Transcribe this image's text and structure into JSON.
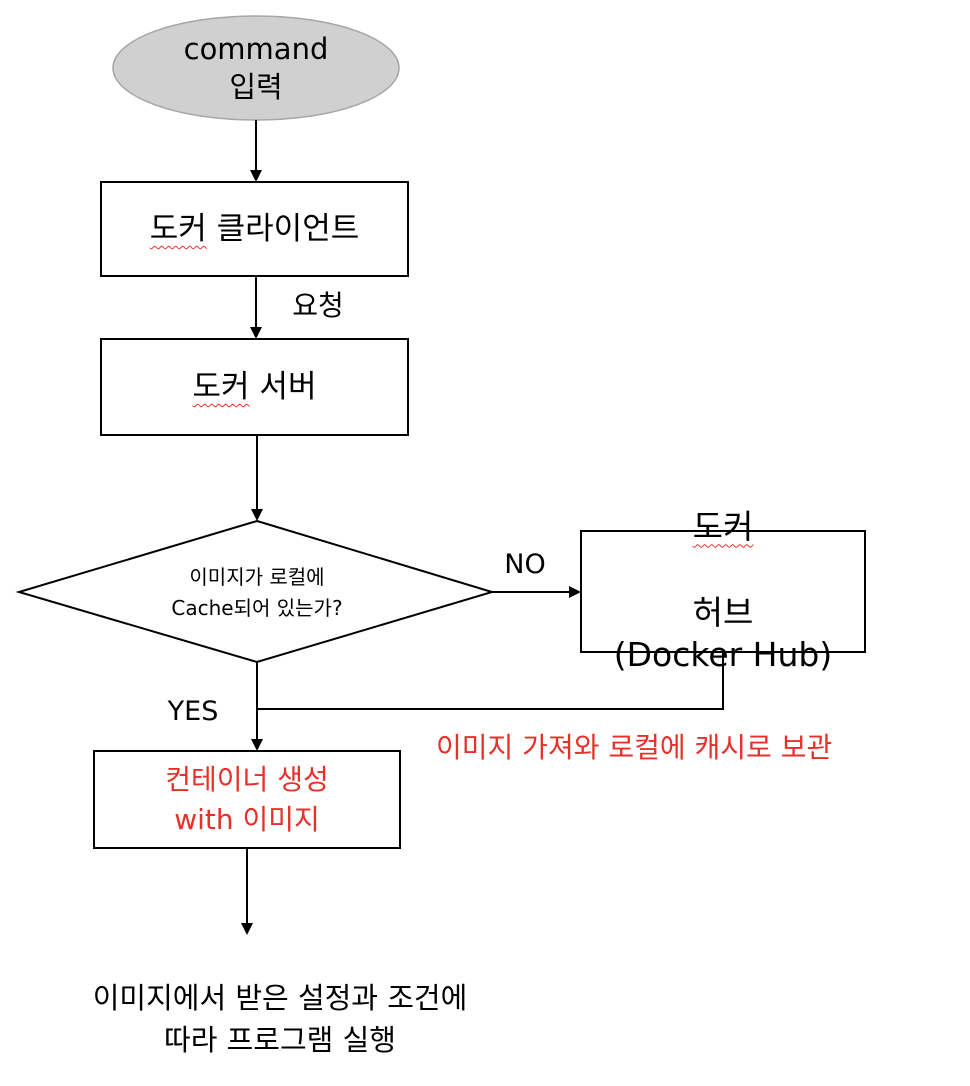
{
  "diagram": {
    "start_line1": "command",
    "start_line2": "입력",
    "client_squiggle": "도커",
    "client_rest": "클라이언트",
    "edge_request": "요청",
    "server_squiggle": "도커",
    "server_rest": "서버",
    "decision_line1": "이미지가 로컬에",
    "decision_line2": "Cache되어 있는가?",
    "edge_no": "NO",
    "edge_yes": "YES",
    "hub_squiggle": "도커",
    "hub_rest": "허브",
    "hub_line2": "(Docker Hub)",
    "pull_note": "이미지 가져와 로컬에 캐시로 보관",
    "create_line1": "컨테이너 생성",
    "create_line2": "with 이미지",
    "final_line1": "이미지에서 받은 설정과 조건에",
    "final_line2": "따라 프로그램 실행",
    "colors": {
      "stroke": "#000000",
      "ellipse_fill": "#d0d0d0",
      "ellipse_stroke": "#a6a6a6",
      "highlight_text": "#e8302a"
    }
  }
}
